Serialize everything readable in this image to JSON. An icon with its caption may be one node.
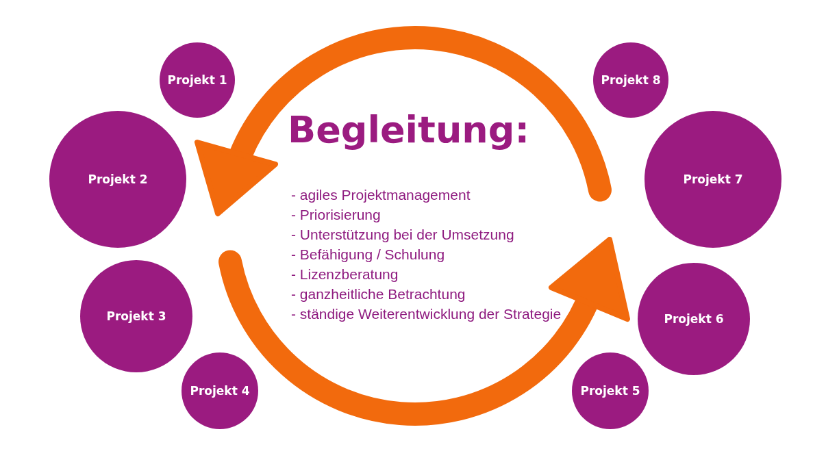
{
  "diagram": {
    "title": "Begleitung:",
    "nodes": [
      {
        "text": [
          "Projekt 1"
        ]
      },
      {
        "text": [
          "Projekt 2"
        ]
      },
      {
        "text": [
          "Projekt 3"
        ]
      },
      {
        "text": [
          "Projekt 4"
        ]
      },
      {
        "text": [
          "Projekt 5"
        ]
      },
      {
        "text": [
          "Projekt 6"
        ]
      },
      {
        "text": [
          "Projekt 7"
        ]
      },
      {
        "text": [
          "Projekt 8"
        ]
      }
    ],
    "labels": [
      "- agiles Projektmanagement",
      "- Priorisierung",
      "- Unterstützung bei der Umsetzung",
      "- Befähigung / Schulung",
      "- Lizenzberatung",
      "- ganzheitliche Betrachtung",
      "- ständige Weiterentwicklung der Strategie"
    ]
  }
}
